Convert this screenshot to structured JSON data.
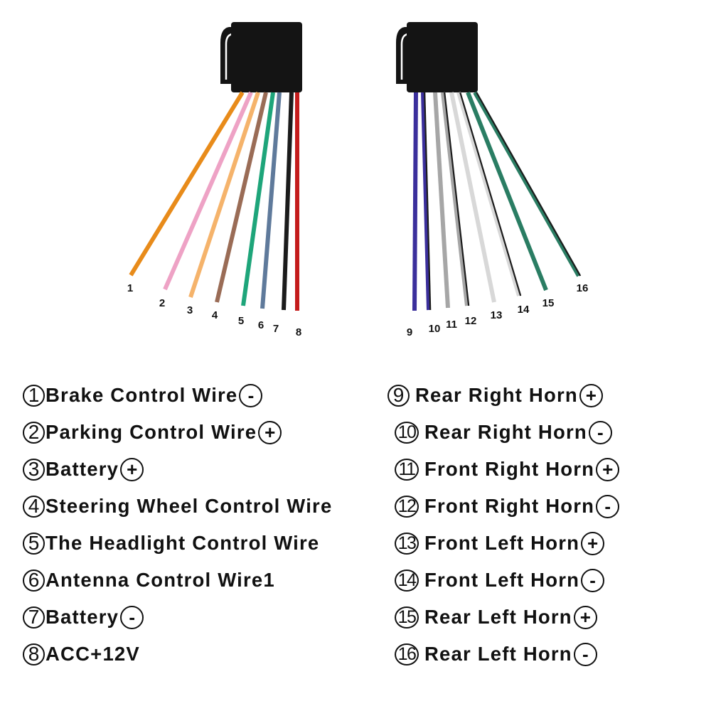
{
  "wires": [
    {
      "number": "1",
      "label": "Brake Control Wire",
      "polarity": "-",
      "color": "#e88b1a"
    },
    {
      "number": "2",
      "label": "Parking Control Wire",
      "polarity": "+",
      "color": "#eea2c5"
    },
    {
      "number": "3",
      "label": "Battery",
      "polarity": "+",
      "color": "#f5b36b"
    },
    {
      "number": "4",
      "label": "Steering Wheel Control Wire",
      "polarity": "",
      "color": "#9a6c56"
    },
    {
      "number": "5",
      "label": "The Headlight Control Wire",
      "polarity": "",
      "color": "#1ea57a"
    },
    {
      "number": "6",
      "label": "Antenna Control Wire1",
      "polarity": "",
      "color": "#5f7a9b"
    },
    {
      "number": "7",
      "label": "Battery",
      "polarity": "-",
      "color": "#1b1b1b"
    },
    {
      "number": "8",
      "label": "ACC+12V",
      "polarity": "",
      "color": "#c41c1c"
    },
    {
      "number": "9",
      "label": "Rear Right Horn",
      "polarity": "+",
      "color": "#3b2f9c",
      "stripe": ""
    },
    {
      "number": "10",
      "label": "Rear Right Horn",
      "polarity": "-",
      "color": "#3b2f9c",
      "stripe": "#1b1b1b"
    },
    {
      "number": "11",
      "label": "Front Right Horn",
      "polarity": "+",
      "color": "#a6a6a6",
      "stripe": ""
    },
    {
      "number": "12",
      "label": "Front Right Horn",
      "polarity": "-",
      "color": "#a6a6a6",
      "stripe": "#1b1b1b"
    },
    {
      "number": "13",
      "label": "Front Left Horn",
      "polarity": "+",
      "color": "#d8d8d8",
      "stripe": ""
    },
    {
      "number": "14",
      "label": "Front Left Horn",
      "polarity": "-",
      "color": "#d8d8d8",
      "stripe": "#1b1b1b"
    },
    {
      "number": "15",
      "label": "Rear Left Horn",
      "polarity": "+",
      "color": "#2a7d63",
      "stripe": ""
    },
    {
      "number": "16",
      "label": "Rear Left Horn",
      "polarity": "-",
      "color": "#2a7d63",
      "stripe": "#1b1b1b"
    }
  ]
}
